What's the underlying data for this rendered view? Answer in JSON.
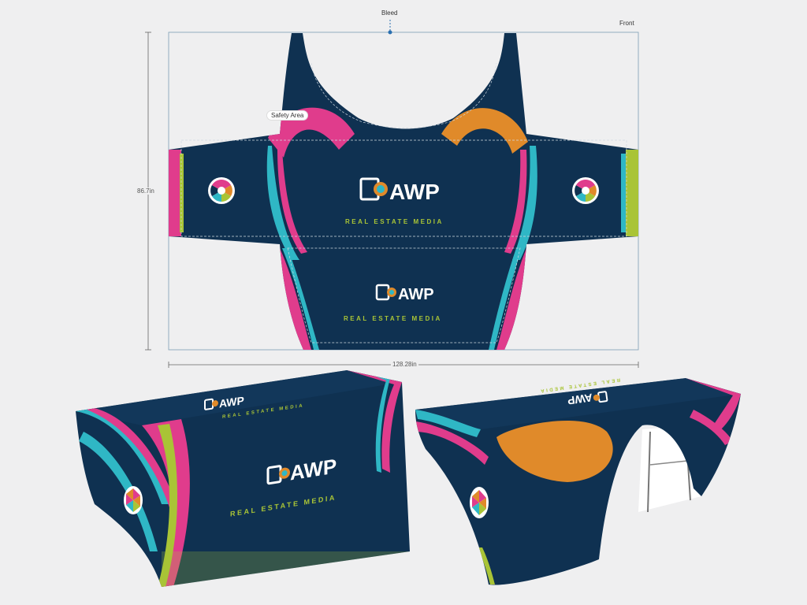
{
  "labels": {
    "bleed": "Bleed",
    "front": "Front",
    "safety_area": "Safety Area",
    "height": "86.7in",
    "width": "128.28in"
  },
  "brand": {
    "wordmark": "AWP",
    "tagline": "REAL ESTATE MEDIA"
  },
  "colors": {
    "navy": "#0f3151",
    "magenta": "#e03c8c",
    "orange": "#e08a2a",
    "teal": "#2fb7c5",
    "lime": "#a9c436",
    "background": "#efeff0"
  }
}
